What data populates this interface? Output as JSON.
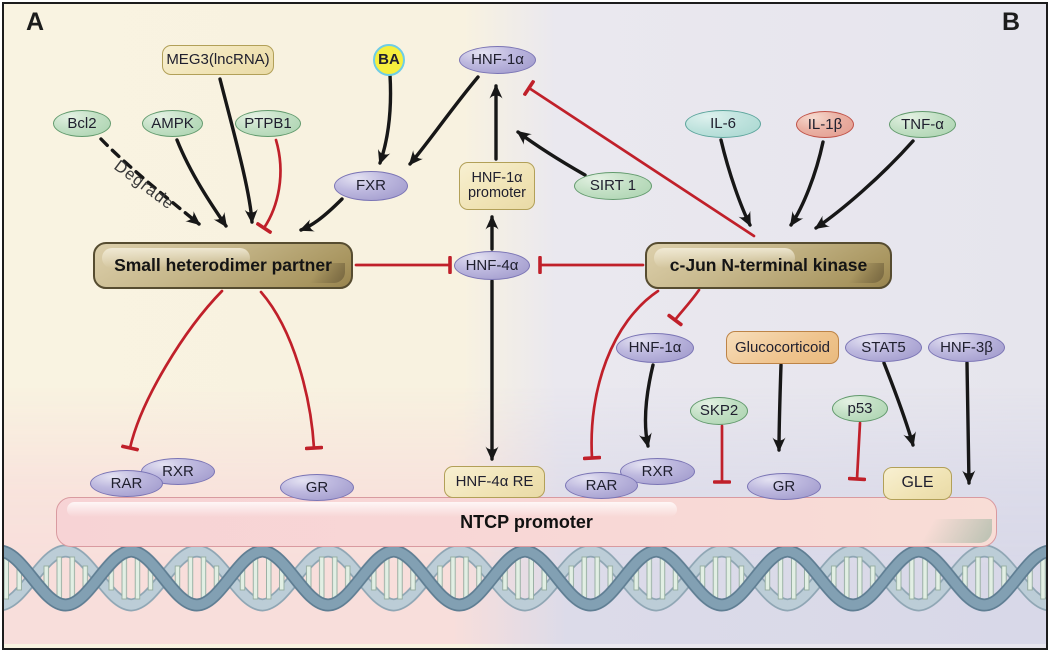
{
  "panels": {
    "a": "A",
    "b": "B"
  },
  "annotations": {
    "degrade": "Degrade"
  },
  "nodes": {
    "meg3": {
      "label": "MEG3(lncRNA)"
    },
    "ba": {
      "label": "BA"
    },
    "hnf1a_top": {
      "label": "HNF-1α"
    },
    "bcl2": {
      "label": "Bcl2"
    },
    "ampk": {
      "label": "AMPK"
    },
    "ptpb1": {
      "label": "PTPB1"
    },
    "il6": {
      "label": "IL-6"
    },
    "il1b": {
      "label": "IL-1β"
    },
    "tnfa": {
      "label": "TNF-α"
    },
    "fxr": {
      "label": "FXR"
    },
    "hnf1a_promoter": {
      "line1": "HNF-1α",
      "line2": "promoter"
    },
    "sirt1": {
      "label": "SIRT 1"
    },
    "shp": {
      "label": "Small heterodimer partner"
    },
    "hnf4a": {
      "label": "HNF-4α"
    },
    "jnk": {
      "label": "c-Jun N-terminal kinase"
    },
    "hnf1a_b": {
      "label": "HNF-1α"
    },
    "glucocorticoid": {
      "label": "Glucocorticoid"
    },
    "stat5": {
      "label": "STAT5"
    },
    "hnf3b": {
      "label": "HNF-3β"
    },
    "skp2": {
      "label": "SKP2"
    },
    "p53": {
      "label": "p53"
    },
    "rar_a": {
      "label": "RAR"
    },
    "rxr_a": {
      "label": "RXR"
    },
    "gr_a": {
      "label": "GR"
    },
    "hnf4a_re": {
      "label": "HNF-4α RE"
    },
    "rar_b": {
      "label": "RAR"
    },
    "rxr_b": {
      "label": "RXR"
    },
    "gr_b": {
      "label": "GR"
    },
    "gle": {
      "label": "GLE"
    },
    "ntcp": {
      "label": "NTCP promoter"
    }
  },
  "colors": {
    "activation_arrow": "#171717",
    "inhibition_arrow": "#c0202a",
    "panel_a_bg": "#f8f2e0",
    "panel_b_bg": "#e6e5ed",
    "pink_bottom": "#f8dedb",
    "lavender_bottom": "#d8d8e8",
    "promoter_bar": "#f8d8d6",
    "purple_node": "#a8a2d1",
    "green_node": "#a9d2ae",
    "yellow_box": "#f0e3b4",
    "brown_box": "#b3a06c"
  },
  "edges": [
    {
      "from": "MEG3(lncRNA)",
      "to": "Small heterodimer partner",
      "type": "activation"
    },
    {
      "from": "AMPK",
      "to": "Small heterodimer partner",
      "type": "activation"
    },
    {
      "from": "Bcl2",
      "to": "Small heterodimer partner",
      "type": "degrade",
      "label": "Degrade"
    },
    {
      "from": "PTPB1",
      "to": "Small heterodimer partner",
      "type": "inhibition"
    },
    {
      "from": "BA",
      "to": "FXR",
      "type": "activation"
    },
    {
      "from": "HNF-1α",
      "to": "FXR",
      "type": "activation"
    },
    {
      "from": "FXR",
      "to": "Small heterodimer partner",
      "type": "activation"
    },
    {
      "from": "HNF-1α promoter",
      "to": "HNF-1α",
      "type": "activation"
    },
    {
      "from": "SIRT 1",
      "to": "HNF-1α",
      "type": "activation"
    },
    {
      "from": "Small heterodimer partner",
      "to": "HNF-4α",
      "type": "inhibition"
    },
    {
      "from": "Small heterodimer partner",
      "to": "RAR",
      "type": "inhibition"
    },
    {
      "from": "Small heterodimer partner",
      "to": "GR",
      "type": "inhibition"
    },
    {
      "from": "HNF-4α",
      "to": "HNF-1α promoter",
      "type": "activation"
    },
    {
      "from": "HNF-4α",
      "to": "HNF-4α RE",
      "type": "activation"
    },
    {
      "from": "IL-6",
      "to": "c-Jun N-terminal kinase",
      "type": "activation"
    },
    {
      "from": "IL-1β",
      "to": "c-Jun N-terminal kinase",
      "type": "activation"
    },
    {
      "from": "TNF-α",
      "to": "c-Jun N-terminal kinase",
      "type": "activation"
    },
    {
      "from": "c-Jun N-terminal kinase",
      "to": "HNF-1α",
      "type": "inhibition"
    },
    {
      "from": "c-Jun N-terminal kinase",
      "to": "HNF-4α",
      "type": "inhibition"
    },
    {
      "from": "c-Jun N-terminal kinase",
      "to": "HNF-1α (panel B)",
      "type": "inhibition"
    },
    {
      "from": "c-Jun N-terminal kinase",
      "to": "RAR",
      "type": "inhibition"
    },
    {
      "from": "HNF-1α (panel B)",
      "to": "RAR/RXR",
      "type": "activation"
    },
    {
      "from": "Glucocorticoid",
      "to": "GR",
      "type": "activation"
    },
    {
      "from": "SKP2",
      "to": "NTCP promoter",
      "type": "inhibition"
    },
    {
      "from": "p53",
      "to": "NTCP promoter",
      "type": "inhibition"
    },
    {
      "from": "STAT5",
      "to": "GLE",
      "type": "activation"
    },
    {
      "from": "HNF-3β",
      "to": "NTCP promoter",
      "type": "activation"
    }
  ]
}
